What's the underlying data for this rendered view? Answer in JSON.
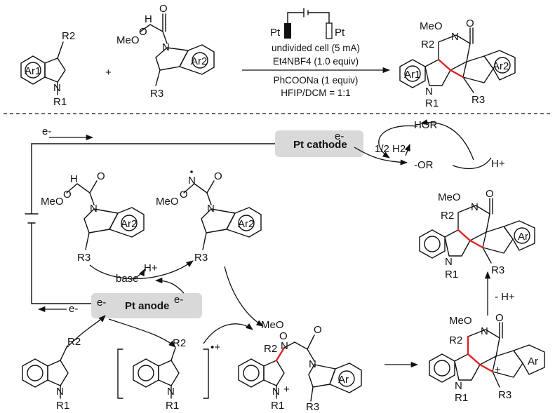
{
  "colors": {
    "ink": "#111111",
    "new_bond": "#e02020",
    "electrode_box": "#d9d9d9"
  },
  "top_reaction": {
    "reactant1": {
      "ring": "Ar1",
      "r_top": "R2",
      "r_n": "R1",
      "n": "N"
    },
    "plus": "+",
    "reactant2": {
      "meo": "MeO",
      "o": "O",
      "h": "H",
      "n": "N",
      "ring": "Ar2",
      "r": "R3"
    },
    "electrode_left": "Pt",
    "electrode_right": "Pt",
    "conditions": [
      "undivided cell (5 mA)",
      "Et4NBF4 (1.0 equiv)",
      "PhCOONa (1 equiv)",
      "HFIP/DCM = 1:1"
    ],
    "product": {
      "meo": "MeO",
      "o": "O",
      "ring1": "Ar1",
      "ring2": "Ar2",
      "r2": "R2",
      "r1": "R1",
      "r3": "R3",
      "n": "N"
    }
  },
  "mechanism": {
    "electron_top": "e-",
    "cathode_label": "Pt cathode",
    "cathode_electron": "e-",
    "h2": "1/2 H2",
    "hor": "HOR",
    "minus_or": "-OR",
    "h_plus": "H+",
    "anode_label": "Pt anode",
    "anode_e_left": "e-",
    "anode_e_right": "e-",
    "electron_bottom": "e-",
    "base": "base",
    "base_h_plus": "H+",
    "deprotonation": "- H+",
    "substrate2": {
      "meo": "MeO",
      "o": "O",
      "h": "H",
      "n": "N",
      "ring": "Ar2",
      "r": "R3"
    },
    "radical": {
      "meo": "MeO",
      "o": "O",
      "n": "N",
      "ring": "Ar2",
      "r": "R3"
    },
    "product": {
      "meo": "MeO",
      "o": "O",
      "ring": "Ar",
      "r2": "R2",
      "r1": "R1",
      "r3": "R3",
      "n": "N"
    },
    "indole": {
      "r2": "R2",
      "r1": "R1",
      "n": "N"
    },
    "radical_cation": {
      "r2": "R2",
      "r1": "R1",
      "n": "N",
      "charge": "•+"
    },
    "iminium": {
      "meo": "MeO",
      "o": "O",
      "n": "N",
      "ring": "Ar",
      "r2": "R2",
      "r1": "R1",
      "r3": "R3",
      "plus": "+"
    },
    "cation": {
      "meo": "MeO",
      "o": "O",
      "n": "N",
      "ring": "Ar",
      "r2": "R2",
      "r1": "R1",
      "r3": "R3",
      "plus": "+"
    }
  }
}
